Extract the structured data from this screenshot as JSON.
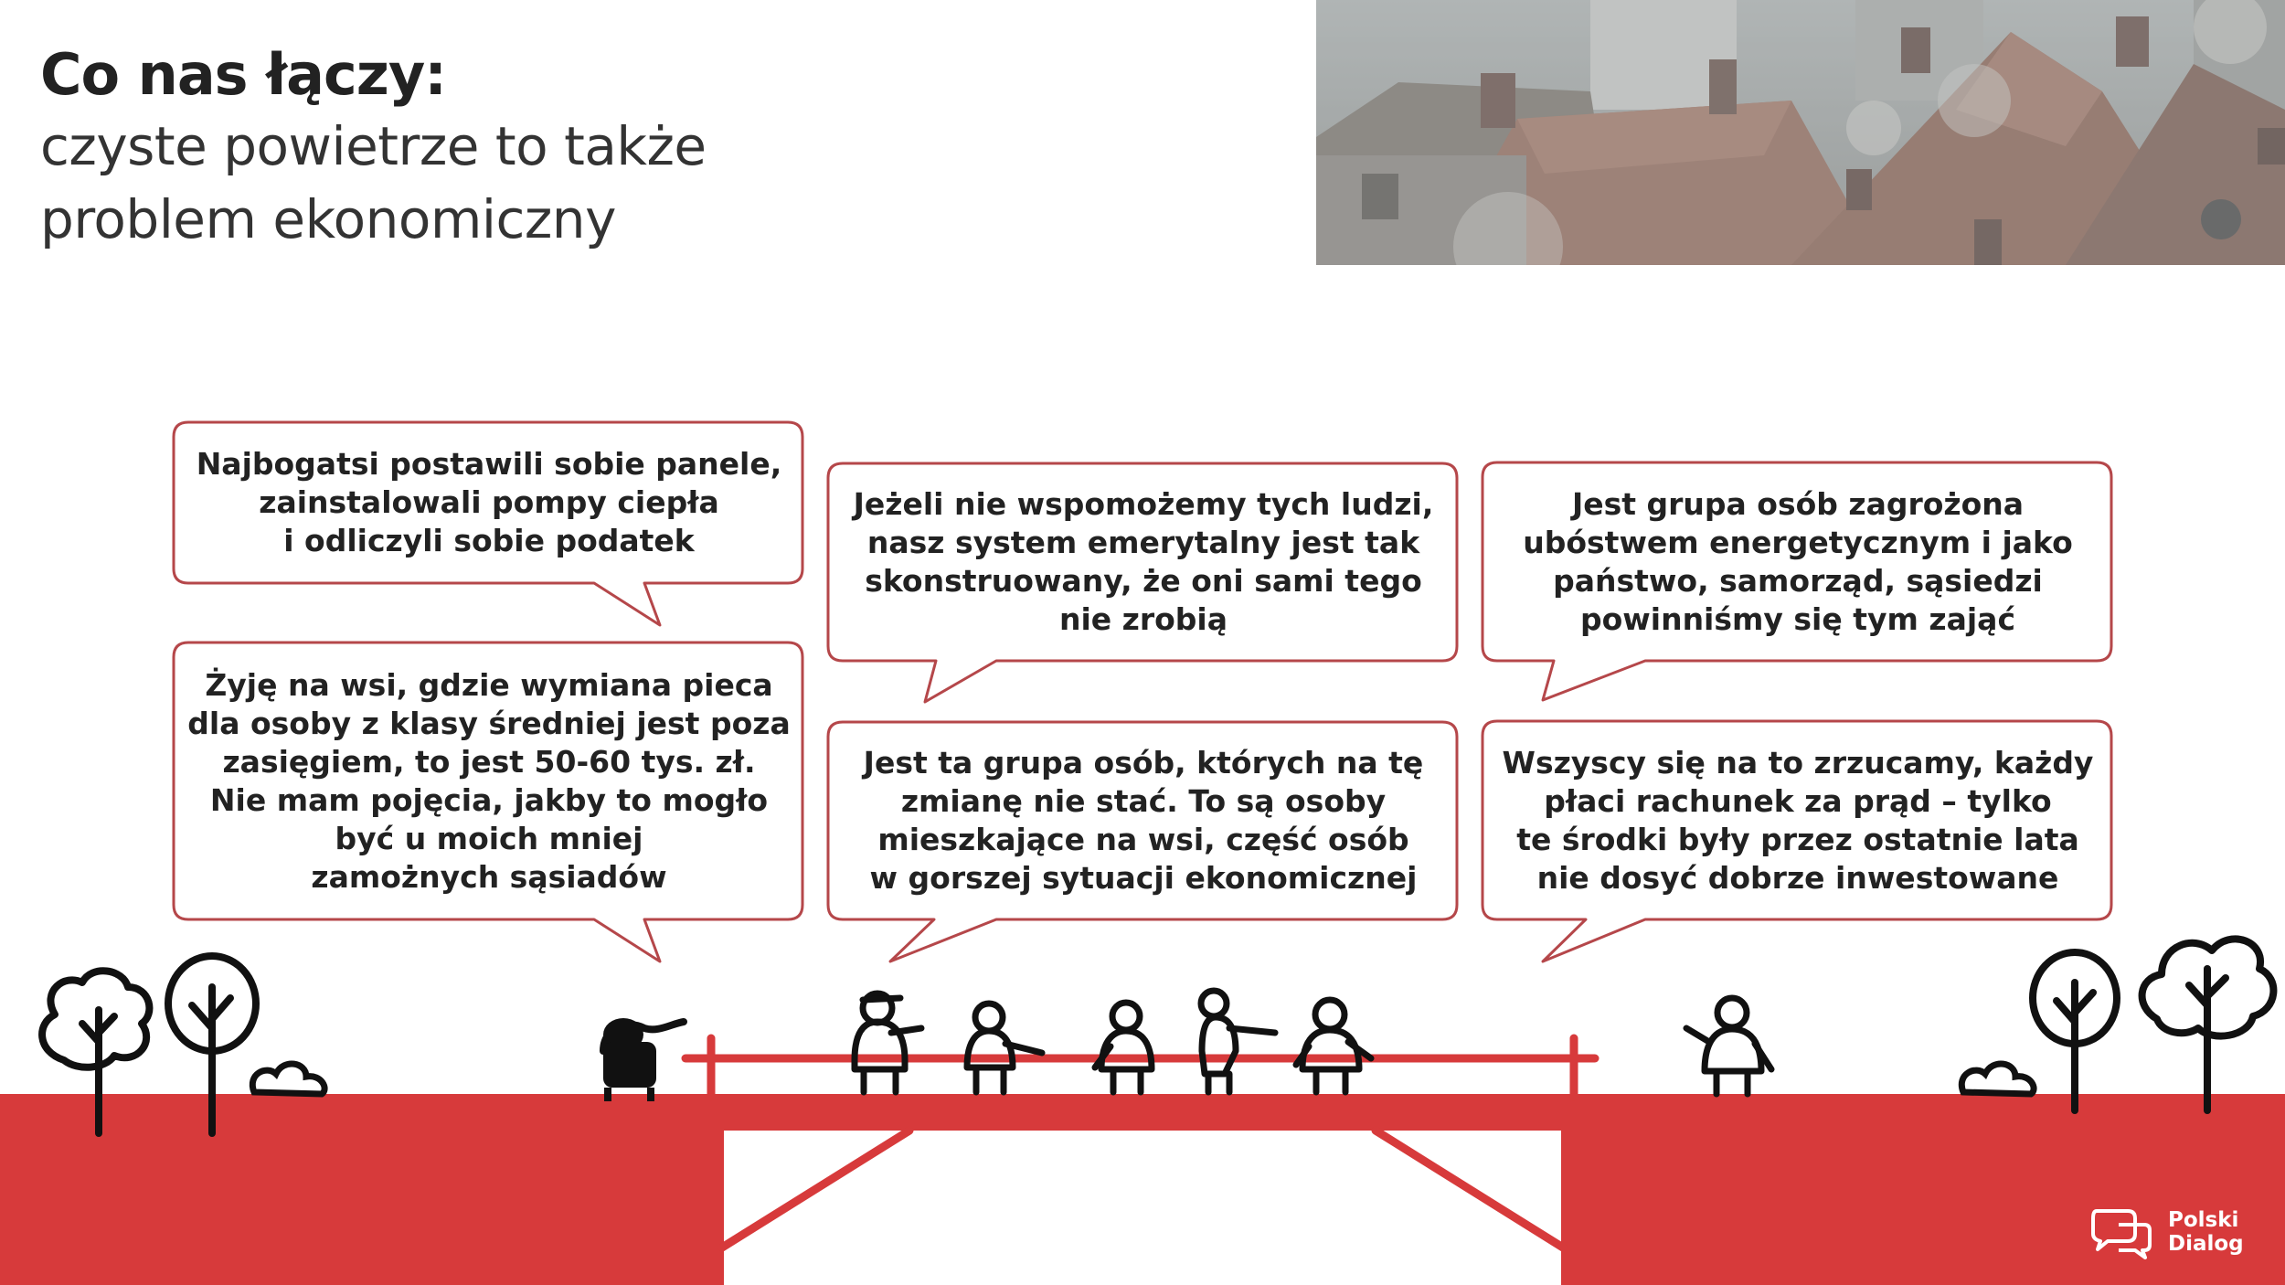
{
  "title": {
    "bold": "Co nas łączy:",
    "light_line1": "czyste powietrze to także",
    "light_line2": "problem ekonomiczny"
  },
  "bubbles": [
    {
      "text": "Najbogatsi postawili sobie panele,\nzainstalowali pompy ciepła\ni odliczyli sobie podatek"
    },
    {
      "text": "Żyję na wsi, gdzie wymiana pieca\ndla osoby z klasy średniej jest poza\nzasięgiem, to jest 50-60 tys. zł.\nNie mam pojęcia, jakby to mogło\nbyć u moich mniej\nzamożnych sąsiadów"
    },
    {
      "text": "Jeżeli nie wspomożemy tych ludzi,\nnasz system emerytalny jest tak\nskonstruowany, że oni sami tego\nnie zrobią"
    },
    {
      "text": "Jest ta grupa osób, których na tę\nzmianę nie stać. To są osoby\nmieszkające na wsi, część osób\nw gorszej sytuacji ekonomicznej"
    },
    {
      "text": "Jest grupa osób zagrożona\nubóstwem energetycznym i jako\npaństwo, samorząd, sąsiedzi\npowinniśmy się tym zająć"
    },
    {
      "text": "Wszyscy się na to zrzucamy, każdy\npłaci rachunek za prąd – tylko\nte środki były przez ostatnie lata\nnie dosyć dobrze inwestowane"
    }
  ],
  "logo": {
    "text": "Polski\nDialog"
  },
  "colors": {
    "accent": "#d73a3b",
    "bubble_border": "#b5474a",
    "text": "#222222"
  }
}
